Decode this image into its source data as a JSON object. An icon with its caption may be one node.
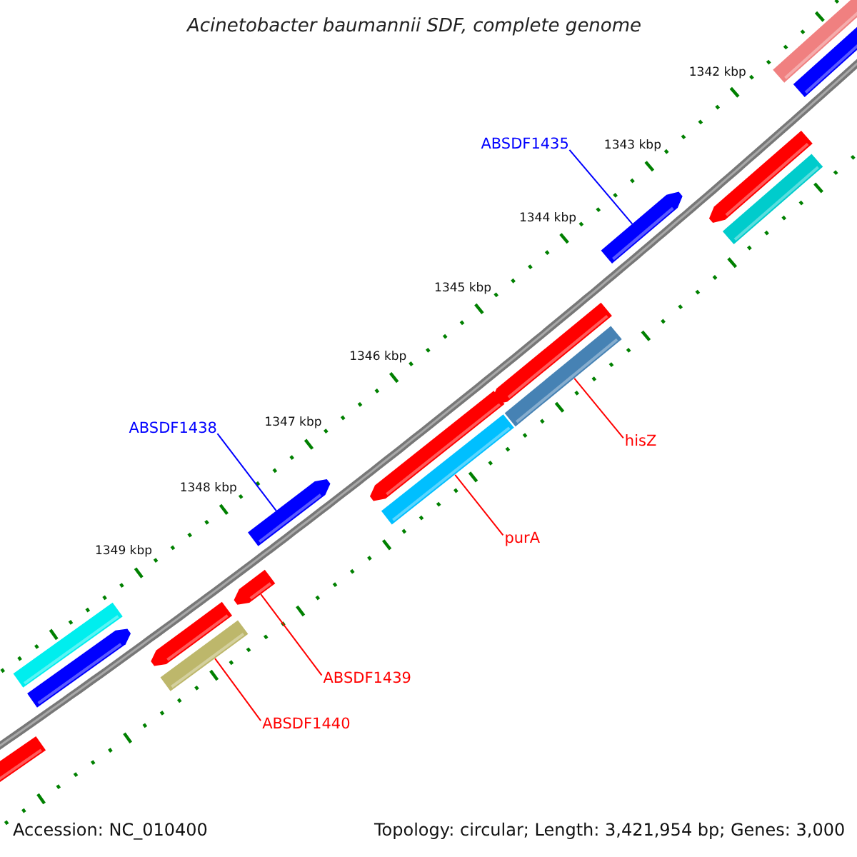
{
  "diagram": {
    "title": "Acinetobacter baumannii SDF, complete genome",
    "nodes": [
      {
        "text": [
          "ABSDF1435"
        ]
      },
      {
        "text": [
          "ABSDF1438"
        ]
      },
      {
        "text": [
          "hisZ"
        ]
      },
      {
        "text": [
          "purA"
        ]
      },
      {
        "text": [
          "ABSDF1439"
        ]
      },
      {
        "text": [
          "ABSDF1440"
        ]
      },
      {
        "text": [],
        "shape": "bar"
      },
      {
        "text": [],
        "shape": "bar"
      },
      {
        "text": [],
        "shape": "bar"
      },
      {
        "text": [],
        "shape": "bar"
      },
      {
        "text": [],
        "shape": "bar"
      },
      {
        "text": [],
        "shape": "bar"
      },
      {
        "text": [],
        "shape": "bar"
      },
      {
        "text": [],
        "shape": "bar"
      },
      {
        "text": [],
        "shape": "bar"
      },
      {
        "text": [],
        "shape": "bar"
      },
      {
        "text": [],
        "shape": "bar"
      },
      {
        "text": [],
        "shape": "bar"
      },
      {
        "text": [],
        "shape": "bar"
      },
      {
        "text": [],
        "shape": "bar"
      },
      {
        "text": [],
        "shape": "bar"
      },
      {
        "text": [],
        "shape": "bar"
      }
    ],
    "edges": [
      {
        "from": 0,
        "to": 17,
        "arrow": "none",
        "color": "#0000ff"
      },
      {
        "from": 1,
        "to": 12,
        "arrow": "none",
        "color": "#0000ff"
      },
      {
        "from": 2,
        "to": 15,
        "arrow": "none"
      },
      {
        "from": 3,
        "to": 13,
        "arrow": "none"
      },
      {
        "from": 4,
        "to": 11,
        "arrow": "none"
      },
      {
        "from": 5,
        "to": 9,
        "arrow": "none"
      }
    ],
    "labels": [
      "1342 kbp",
      "1343 kbp",
      "1344 kbp",
      "1345 kbp",
      "1346 kbp",
      "1347 kbp",
      "1348 kbp",
      "1349 kbp",
      "Accession: NC_010400",
      "Topology: circular; Length: 3,421,954 bp; Genes: 3,000"
    ]
  }
}
